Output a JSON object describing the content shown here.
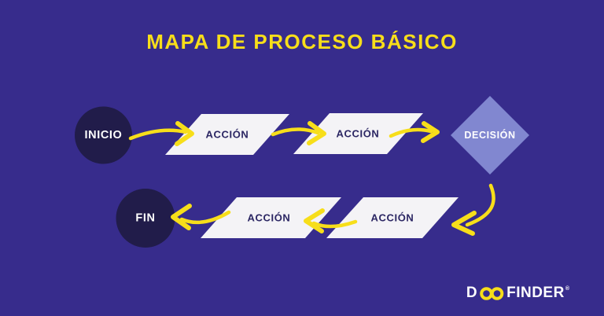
{
  "title": "MAPA DE PROCESO BÁSICO",
  "colors": {
    "bg": "#372C8C",
    "yellow": "#F7DE1A",
    "navy": "#211C4A",
    "shape": "#F4F3F6",
    "periwinkle": "#8187D0",
    "action_text": "#2B2663",
    "white": "#FFFFFF"
  },
  "diagram": {
    "nodes": [
      {
        "id": "inicio",
        "shape": "circle",
        "label": "INICIO"
      },
      {
        "id": "accion-1",
        "shape": "parallelogram",
        "label": "ACCIÓN"
      },
      {
        "id": "accion-2",
        "shape": "parallelogram",
        "label": "ACCIÓN"
      },
      {
        "id": "decision",
        "shape": "diamond",
        "label": "DECISIÓN"
      },
      {
        "id": "accion-3",
        "shape": "parallelogram",
        "label": "ACCIÓN"
      },
      {
        "id": "accion-4",
        "shape": "parallelogram",
        "label": "ACCIÓN"
      },
      {
        "id": "fin",
        "shape": "circle",
        "label": "FIN"
      }
    ],
    "edges": [
      {
        "from": "inicio",
        "to": "accion-1"
      },
      {
        "from": "accion-1",
        "to": "accion-2"
      },
      {
        "from": "accion-2",
        "to": "decision"
      },
      {
        "from": "decision",
        "to": "accion-3"
      },
      {
        "from": "accion-3",
        "to": "accion-4"
      },
      {
        "from": "accion-4",
        "to": "fin"
      }
    ]
  },
  "footer": {
    "logo_name": "DOOFINDER",
    "logo_prefix": "D",
    "logo_suffix": "FINDER",
    "registered_mark": "®"
  }
}
